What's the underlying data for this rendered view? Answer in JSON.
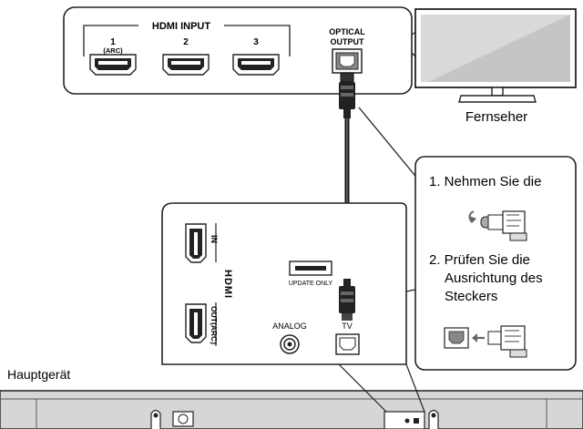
{
  "tv_panel": {
    "hdmi_group_label": "HDMI INPUT",
    "ports": [
      {
        "number": "1",
        "sub": "(ARC)"
      },
      {
        "number": "2",
        "sub": ""
      },
      {
        "number": "3",
        "sub": ""
      }
    ],
    "optical_label_line1": "OPTICAL",
    "optical_label_line2": "OUTPUT"
  },
  "tv": {
    "label": "Fernseher"
  },
  "soundbar_panel": {
    "hdmi_in_label": "IN",
    "hdmi_out_label": "OUT(ARC)",
    "hdmi_logo": "HDMI",
    "usb_label": "UPDATE ONLY",
    "analog_label": "ANALOG",
    "tv_label": "TV"
  },
  "instructions": {
    "step1": "1.  Nehmen Sie die",
    "step2_line1": "2.  Prüfen Sie die",
    "step2_line2": "Ausrichtung des",
    "step2_line3": "Steckers"
  },
  "main_unit": {
    "label": "Hauptgerät"
  }
}
